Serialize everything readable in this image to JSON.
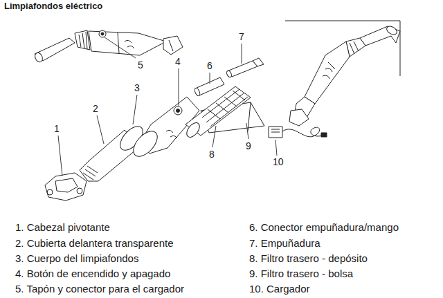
{
  "diagram": {
    "title": "Limpiafondos eléctrico",
    "labels": [
      "5",
      "4",
      "6",
      "7",
      "3",
      "2",
      "1",
      "8",
      "9",
      "10",
      "1. Cabezal pivotante",
      "2. Cubierta delantera transparente",
      "3. Cuerpo del limpiafondos",
      "4. Botón de encendido y apagado",
      "5. Tapón y conector para el cargador",
      "6. Conector empuñadura/mango",
      "7. Empuñadura",
      "8. Filtro trasero - depósito",
      "9. Filtro trasero - bolsa",
      "10. Cargador"
    ]
  }
}
